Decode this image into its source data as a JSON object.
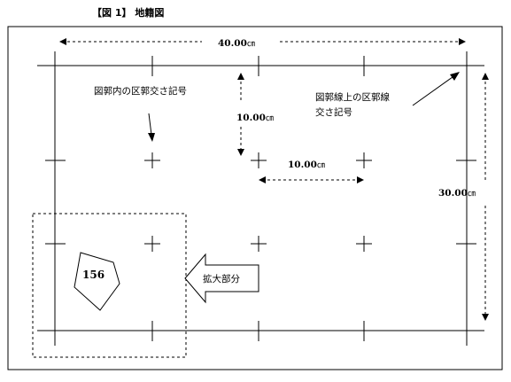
{
  "caption": "【図 1】 地籍図",
  "dimensions": {
    "width_value": "40.00",
    "height_value": "30.00",
    "grid_x_value": "10.00",
    "grid_y_value": "10.00",
    "unit": "㎝"
  },
  "labels": {
    "inner_cross": "図郭内の区郭交さ記号",
    "edge_cross_line1": "図郭線上の区郭線",
    "edge_cross_line2": "交さ記号",
    "enlarge": "拡大部分"
  },
  "parcel": {
    "number": "156"
  }
}
